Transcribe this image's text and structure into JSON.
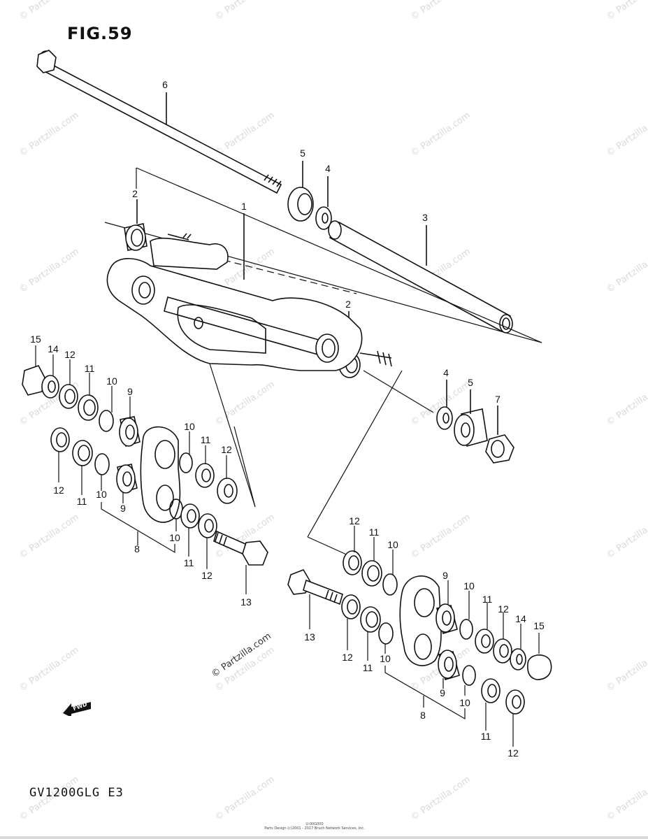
{
  "figure_title": "FIG.59",
  "model_code": "GV1200GLG E3",
  "copyright_main": "© Partzilla.com",
  "copyright_small": "Parts Design (c)2001 - 2017 Bruch Network Services, Inc.",
  "footer_code": "U-00G000",
  "watermark_text": "© Partzilla.com",
  "fwd_label": "FWD",
  "callouts": [
    "1",
    "2",
    "2",
    "3",
    "4",
    "4",
    "5",
    "5",
    "6",
    "7",
    "8",
    "8",
    "9",
    "9",
    "9",
    "9",
    "10",
    "10",
    "10",
    "10",
    "10",
    "10",
    "10",
    "10",
    "11",
    "11",
    "11",
    "11",
    "11",
    "11",
    "11",
    "11",
    "12",
    "12",
    "12",
    "12",
    "12",
    "12",
    "12",
    "12",
    "13",
    "13",
    "14",
    "14",
    "15",
    "15"
  ],
  "colors": {
    "ink": "#111111",
    "watermark": "#9a9a9a"
  }
}
